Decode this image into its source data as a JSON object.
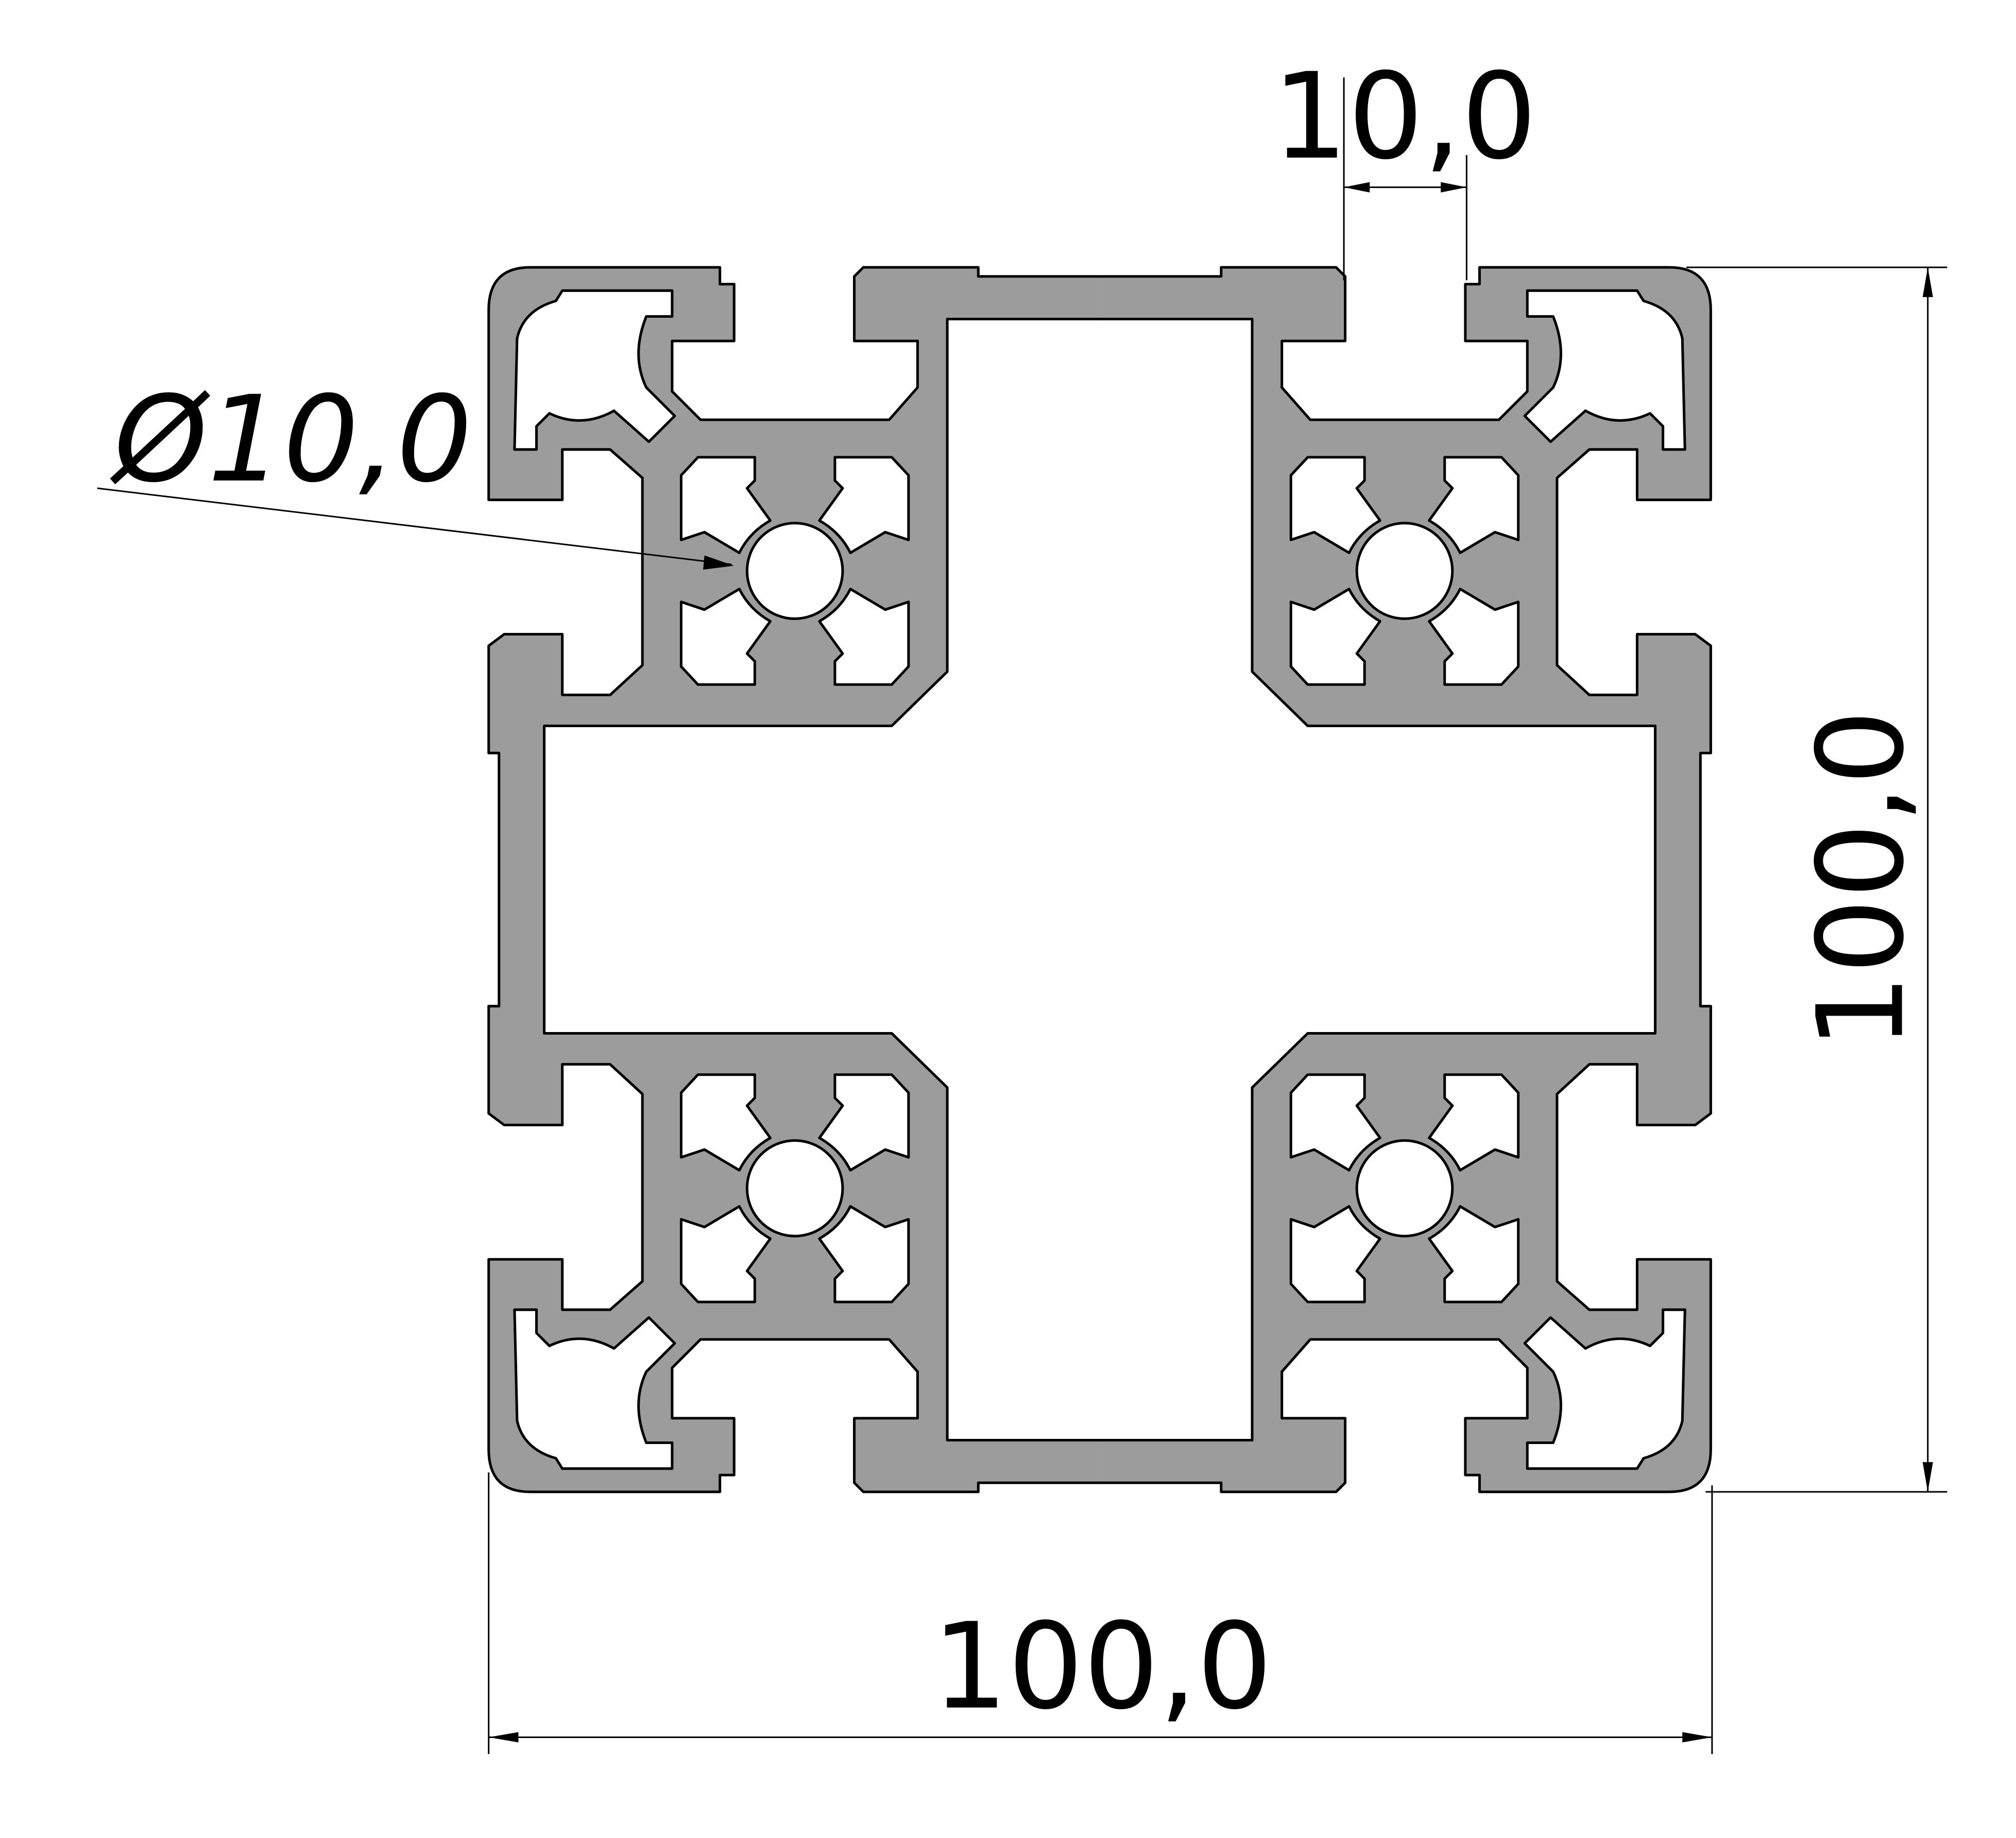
{
  "drawing": {
    "title": "Aluminium profile 100x100 cross-section",
    "colors": {
      "material": "#9c9c9c",
      "line": "#000000",
      "background": "#ffffff"
    },
    "dimensions": {
      "slot_width": "10,0",
      "height": "100,0",
      "width": "100,0",
      "core_bore": "Ø10,0"
    }
  }
}
